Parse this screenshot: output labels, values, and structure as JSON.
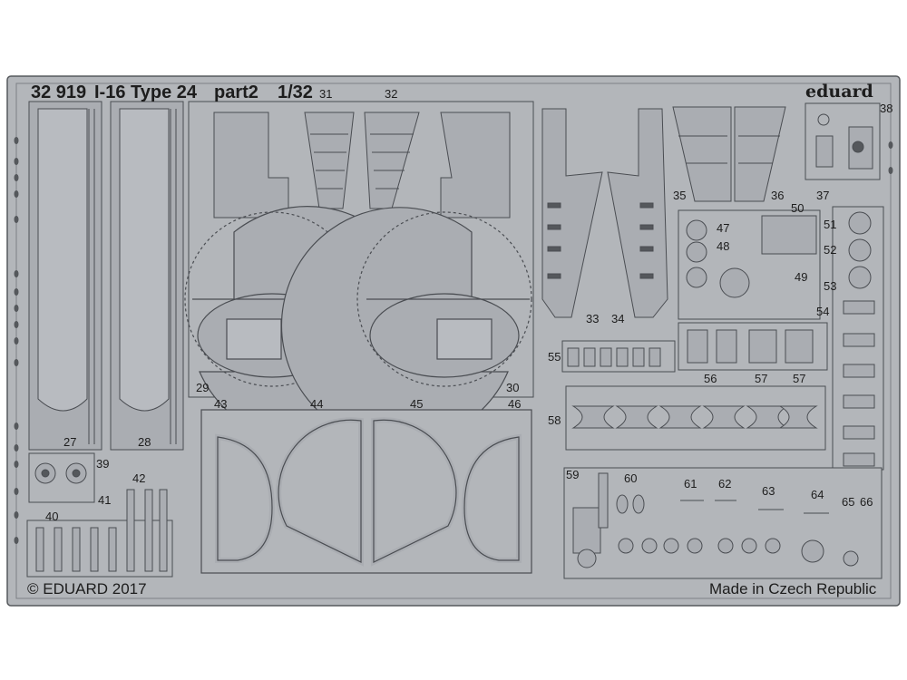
{
  "header": {
    "catalog_number": "32 919",
    "kit_title": "I-16 Type 24",
    "sheet": "part2",
    "scale": "1/32",
    "brand": "eduard"
  },
  "footer": {
    "copyright": "© EDUARD 2017",
    "origin": "Made in Czech Republic"
  },
  "part_numbers": [
    "27",
    "28",
    "29",
    "30",
    "31",
    "32",
    "33",
    "34",
    "35",
    "36",
    "37",
    "38",
    "39",
    "40",
    "41",
    "42",
    "43",
    "44",
    "45",
    "46",
    "47",
    "48",
    "49",
    "50",
    "51",
    "52",
    "53",
    "54",
    "55",
    "56",
    "57",
    "57",
    "58",
    "59",
    "60",
    "61",
    "62",
    "63",
    "64",
    "65",
    "66"
  ],
  "colors": {
    "fret": "#b3b6ba",
    "part": "#aaadb2",
    "outline": "#4a4d52",
    "text": "#1d1d1d",
    "background": "#ffffff"
  }
}
